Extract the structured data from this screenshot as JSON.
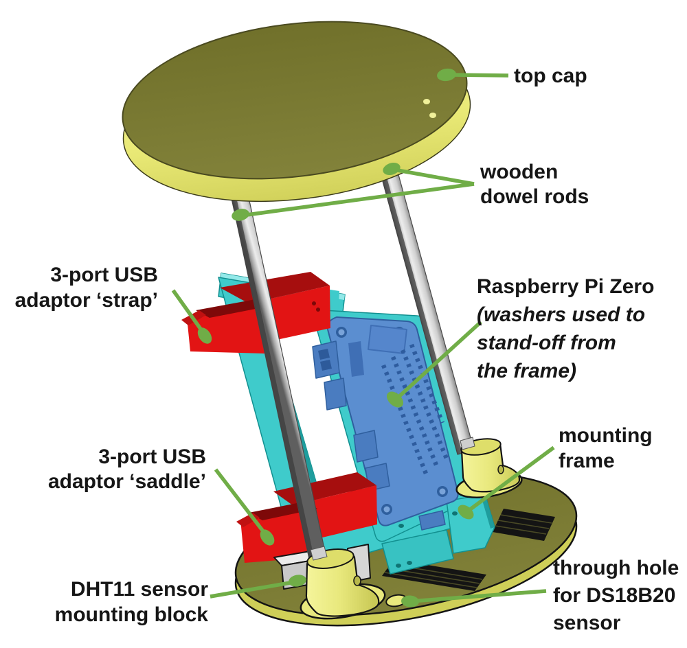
{
  "diagram": {
    "type": "exploded-assembly-illustration",
    "background": "#ffffff",
    "leader_color": "#70ad47",
    "text_color": "#161616"
  },
  "labels": {
    "top_cap": {
      "line1": "top cap"
    },
    "dowel_rods": {
      "line1": "wooden",
      "line2": "dowel rods"
    },
    "usb_strap": {
      "line1": "3-port USB",
      "line2": "adaptor ‘strap’"
    },
    "raspberry_pi": {
      "line1": "Raspberry Pi Zero",
      "line2": "(washers used to",
      "line3": "stand-off from",
      "line4": "the frame)"
    },
    "mounting_frame": {
      "line1": "mounting",
      "line2": "frame"
    },
    "usb_saddle": {
      "line1": "3-port USB",
      "line2": "adaptor ‘saddle’"
    },
    "dht11": {
      "line1": "DHT11 sensor",
      "line2": "mounting block"
    },
    "ds18b20": {
      "line1": "through hole",
      "line2": "for DS18B20",
      "line3": "sensor"
    }
  },
  "part_colors": {
    "top_cap_face": "#78782e",
    "cap_and_base_rim": "#ecec82",
    "dowel_rod": "#d6d6d6",
    "mounting_frame": "#3fcbcb",
    "raspberry_pi_board": "#5b8ed0",
    "usb_adaptor_red": "#e21414",
    "base_plate_face": "#7b7b33",
    "rod_boss_yellow": "#ecec86",
    "dht11_block": "#cdcdcd",
    "vent_grille": "#141414"
  }
}
